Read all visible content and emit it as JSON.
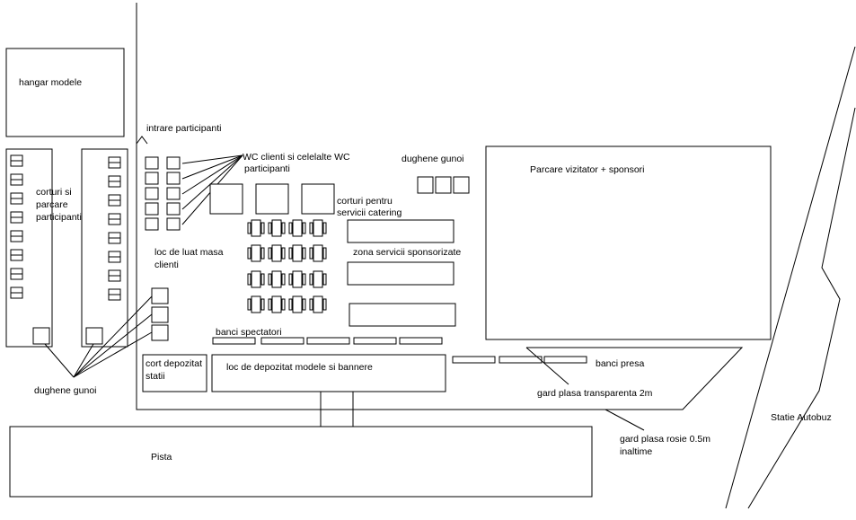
{
  "labels": {
    "hangar": "hangar modele",
    "intrare": "intrare participanti",
    "wc_line1": "WC clienti si celelalte WC",
    "wc_line2": "participanti",
    "dughene_top": "dughene gunoi",
    "parcare_vizitator": "Parcare vizitator + sponsori",
    "corturi_line1": "corturi si",
    "corturi_line2": "parcare",
    "corturi_line3": "participanti",
    "catering_line1": "corturi pentru",
    "catering_line2": "servicii catering",
    "zona_sponsorizate": "zona servicii sponsorizate",
    "masa_line1": "loc de luat masa",
    "masa_line2": "clienti",
    "banci_spectatori": "banci spectatori",
    "cort_line1": "cort depozitat",
    "cort_line2": "statii",
    "depozitat_modele": "loc de depozitat modele si bannere",
    "banci_presa": "banci presa",
    "gard_transparenta": "gard plasa transparenta 2m",
    "dughene_bottom": "dughene gunoi",
    "statie_autobuz": "Statie Autobuz",
    "gard_rosie_line1": "gard plasa rosie 0.5m",
    "gard_rosie_line2": "inaltime",
    "pista": "Pista"
  }
}
